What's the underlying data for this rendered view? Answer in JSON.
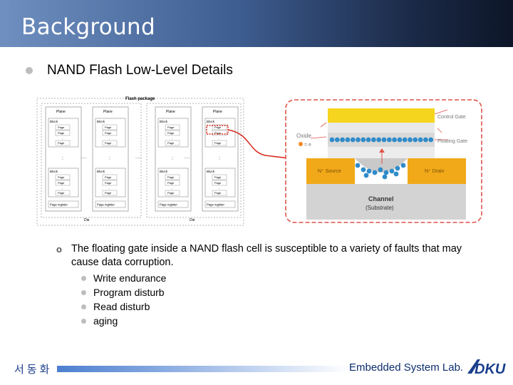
{
  "slide": {
    "title": "Background",
    "heading": "NAND Flash Low-Level Details",
    "paragraph": "The floating gate inside a NAND flash cell is susceptible to a variety of faults that may cause data corruption.",
    "list": [
      "Write endurance",
      "Program disturb",
      "Read disturb",
      "aging"
    ],
    "author": "서동화",
    "lab": "Embedded System Lab."
  },
  "package_figure": {
    "package_label": "Flash package",
    "plane_label": "Plane",
    "block_label": "Block",
    "page_label": "Page",
    "page_register_label": "Page register",
    "die_label": "Die"
  },
  "cell_figure": {
    "control_gate": "Control Gate",
    "floating_gate": "Floating Gate",
    "oxide": "Oxide",
    "electron_legend": "= e",
    "source": "N⁺ Source",
    "drain": "N⁺ Drain",
    "channel": "Channel",
    "substrate": "(Substrate)"
  },
  "colors": {
    "title_bar_start": "#6f8fc0",
    "title_bar_end": "#0d1628",
    "highlight_red": "#d8281e",
    "control_gate_yellow": "#f5d51d",
    "electron_blue": "#2f8bc9",
    "lab_text": "#0c2d6e"
  },
  "icons": {
    "main_bullet": "grey-dot-bullet",
    "sub_bullet": "hollow-o-bullet",
    "list_bullet": "grey-dot-bullet",
    "logo": "dku-logo"
  }
}
